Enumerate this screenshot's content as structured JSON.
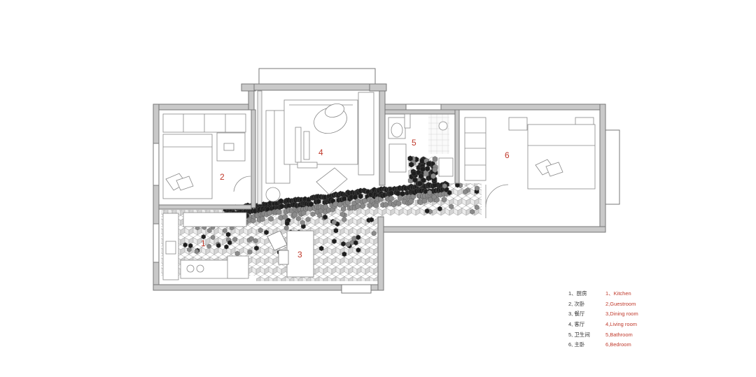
{
  "room_numbers": {
    "kitchen": "1",
    "guestroom": "2",
    "dining": "3",
    "living": "4",
    "bathroom": "5",
    "bedroom": "6"
  },
  "legend": [
    {
      "cn": "1、厨房",
      "en": "1、Kitchen"
    },
    {
      "cn": "2, 次卧",
      "en": "2,Guestroom"
    },
    {
      "cn": "3, 餐厅",
      "en": "3,Dining room"
    },
    {
      "cn": "4, 客厅",
      "en": "4,Living room"
    },
    {
      "cn": "5, 卫生间",
      "en": "5,Bathroom"
    },
    {
      "cn": "6, 主卧",
      "en": "6,Bedroom"
    }
  ],
  "colors": {
    "wall": "#bdbdbd",
    "line": "#7a7a7a",
    "tile_dark": "#1e1e1e",
    "tile_mid": "#8a8a8a",
    "accent_red": "#c0392b"
  }
}
